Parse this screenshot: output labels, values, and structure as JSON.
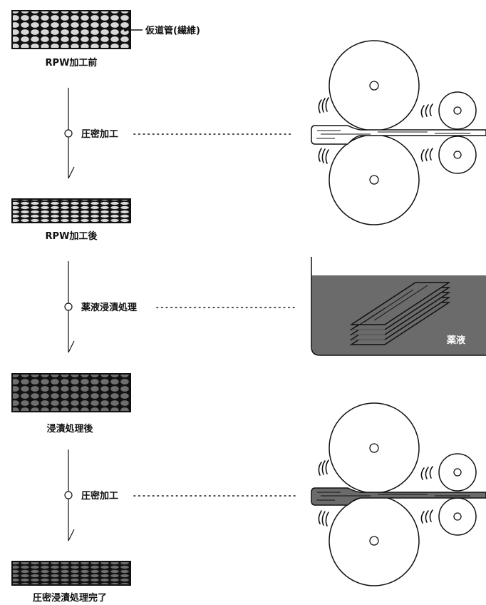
{
  "labels": {
    "fiber": "仮道管(繊維)",
    "stage1": "RPW加工前",
    "step1": "圧密加工",
    "stage2": "RPW加工後",
    "step2": "薬液浸漬処理",
    "stage3": "浸漬処理後",
    "step3": "圧密加工",
    "stage4": "圧密浸漬処理完了",
    "liquid": "薬液"
  },
  "colors": {
    "ink": "#111111",
    "cell_light": "#d8d8d8",
    "cell_dark": "#6e6e6e",
    "liquid": "#6b6b6b",
    "board_treated": "#6b6b6b"
  }
}
